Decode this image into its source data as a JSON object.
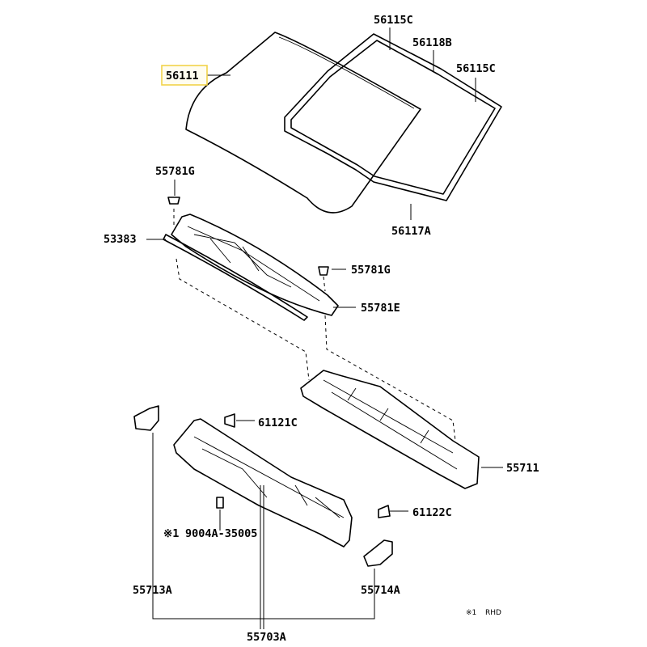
{
  "parts": {
    "windshield": "56111",
    "molding_c_upper": "56115C",
    "molding_b": "56118B",
    "molding_c_right": "56115C",
    "clip_g_upper": "55781G",
    "molding_a": "56117A",
    "seal": "53383",
    "clip_g_mid": "55781G",
    "clip_e": "55781E",
    "panel_upper": "55711",
    "bracket_c": "61121C",
    "bolt": "9004A-35005",
    "bolt_mark": "※1",
    "bracket_c2": "61122C",
    "panel_lower": "55703A",
    "side_left": "55713A",
    "side_right": "55714A"
  },
  "legend": {
    "mark": "※1",
    "text": "RHD"
  }
}
